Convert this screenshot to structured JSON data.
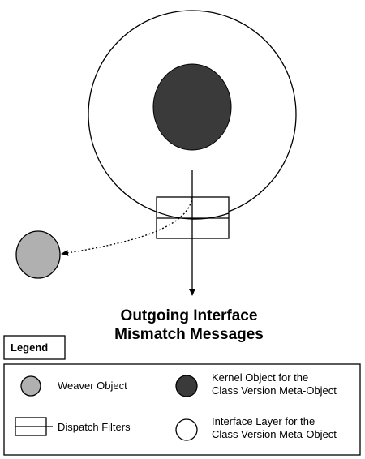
{
  "title": {
    "line1": "Outgoing Interface",
    "line2": "Mismatch Messages"
  },
  "legend": {
    "heading": "Legend",
    "items": {
      "weaver": "Weaver Object",
      "filters": "Dispatch Filters",
      "kernel_line1": "Kernel Object for the",
      "kernel_line2": "Class Version Meta-Object",
      "interface_line1": "Interface Layer for the",
      "interface_line2": "Class Version Meta-Object"
    }
  },
  "colors": {
    "weaver_fill": "#b0b0b0",
    "kernel_fill": "#3a3a3a",
    "interface_fill": "#ffffff",
    "stroke": "#000000"
  }
}
